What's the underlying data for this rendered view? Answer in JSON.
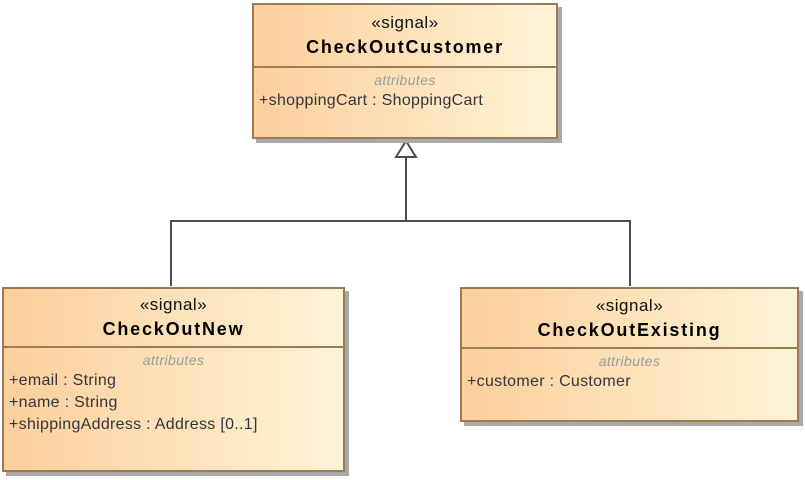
{
  "diagram": {
    "type": "uml-class-diagram",
    "colors": {
      "background": "#ffffff",
      "box_border": "#9b7b55",
      "box_fill_left": "#fccf9b",
      "box_fill_right": "#fdf4d7",
      "shadow": "#a9a9a9",
      "edge": "#4d4d4d",
      "arrowhead_fill": "#ffffff",
      "stereotype_text": "#111111",
      "class_name_text": "#000000",
      "attributes_label_text": "#9b9b9b",
      "attribute_text": "#35353f"
    },
    "classes": [
      {
        "stereotype": "«signal»",
        "name": "CheckOutCustomer",
        "compartment_label": "attributes",
        "attributes": [
          "+shoppingCart : ShoppingCart"
        ]
      },
      {
        "stereotype": "«signal»",
        "name": "CheckOutNew",
        "compartment_label": "attributes",
        "attributes": [
          "+email : String",
          "+name : String",
          "+shippingAddress : Address [0..1]"
        ]
      },
      {
        "stereotype": "«signal»",
        "name": "CheckOutExisting",
        "compartment_label": "attributes",
        "attributes": [
          "+customer : Customer"
        ]
      }
    ],
    "relationships": [
      {
        "type": "generalization",
        "from": "CheckOutNew",
        "to": "CheckOutCustomer"
      },
      {
        "type": "generalization",
        "from": "CheckOutExisting",
        "to": "CheckOutCustomer"
      }
    ]
  }
}
